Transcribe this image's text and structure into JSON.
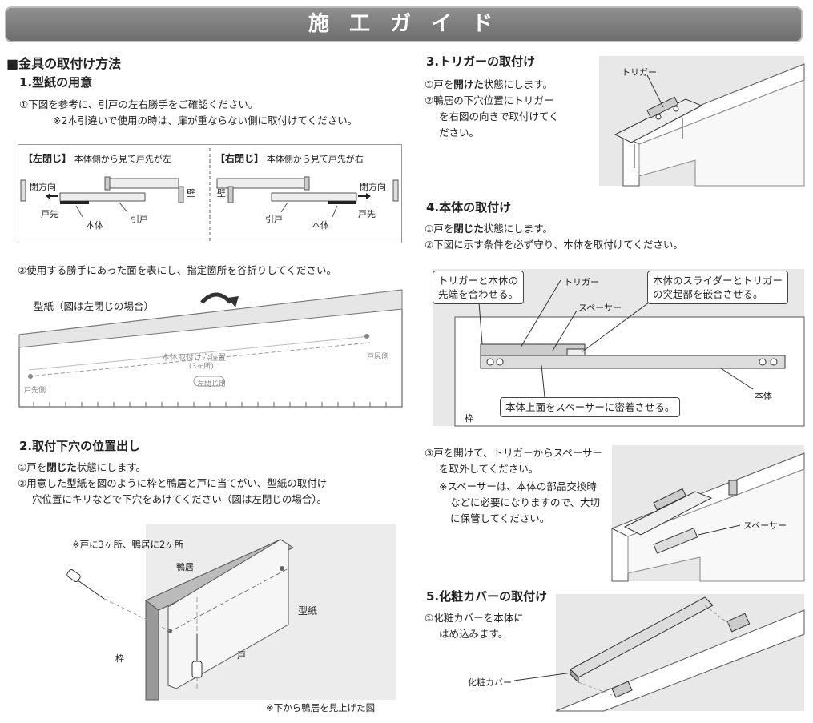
{
  "banner": "施 工 ガ イ ド",
  "section": {
    "title": "■金具の取付け方法",
    "s1": {
      "title": "1.型紙の用意",
      "line1": "①下図を参考に、引戸の左右勝手をご確認ください。",
      "line2": "※2本引違いで使用の時は、扉が重ならない側に取付けてください。",
      "left_head": "【左閉じ】",
      "left_head_sub": "本体側から見て戸先が左",
      "right_head": "【右閉じ】",
      "right_head_sub": "本体側から見て戸先が右",
      "close_dir": "閉方向",
      "wall": "壁",
      "door_tip": "戸先",
      "body": "本体",
      "sliding_door": "引戸",
      "line3": "②使用する勝手にあった面を表にし、指定箇所を谷折りしてください。",
      "template_label": "型紙（図は左閉じの場合）",
      "tpl_text1": "本体取付け穴位置",
      "tpl_text2": "(3ヶ所)",
      "tpl_text3": "左閉じ用",
      "tpl_text4": "戸尻側",
      "tpl_text5": "戸先側"
    },
    "s2": {
      "title": "2.取付下穴の位置出し",
      "line1_pre": "①戸を",
      "line1_em": "閉じた",
      "line1_post": "状態にします。",
      "line2": "②用意した型紙を図のように枠と鴨居と戸に当てがい、型紙の取付け",
      "line3": "穴位置にキリなどで下穴をあけてください（図は左閉じの場合）。",
      "note": "※戸に3ヶ所、鴨居に2ヶ所",
      "kamoi": "鴨居",
      "template": "型紙",
      "frame": "枠",
      "door": "戸",
      "bottom_note": "※下から鴨居を見上げた図"
    },
    "s3": {
      "title": "3.トリガーの取付け",
      "line1_pre": "①戸を",
      "line1_em": "開けた",
      "line1_post": "状態にします。",
      "line2": "②鴨居の下穴位置にトリガー",
      "line3": "を右図の向きで取付けてく",
      "line4": "ださい。",
      "trigger": "トリガー"
    },
    "s4": {
      "title": "4.本体の取付け",
      "line1_pre": "①戸を",
      "line1_em": "閉じた",
      "line1_post": "状態にします。",
      "line2": "②下図に示す条件を必ず守り、本体を取付けてください。",
      "callout1a": "トリガーと本体の",
      "callout1b": "先端を合わせる。",
      "callout2a": "本体のスライダーとトリガー",
      "callout2b": "の突起部を嵌合させる。",
      "callout3": "本体上面をスペーサーに密着させる。",
      "trigger": "トリガー",
      "spacer": "スペーサー",
      "body": "本体",
      "frame": "枠",
      "line3": "③戸を開けて、トリガーからスペーサー",
      "line4": "を取外してください。",
      "line5": "※スペーサーは、本体の部品交換時",
      "line6": "などに必要になりますので、大切",
      "line7": "に保管してください。",
      "spacer2": "スペーサー"
    },
    "s5": {
      "title": "5.化粧カバーの取付け",
      "line1": "①化粧カバーを本体に",
      "line2": "はめ込みます。",
      "cover": "化粧カバー"
    }
  }
}
